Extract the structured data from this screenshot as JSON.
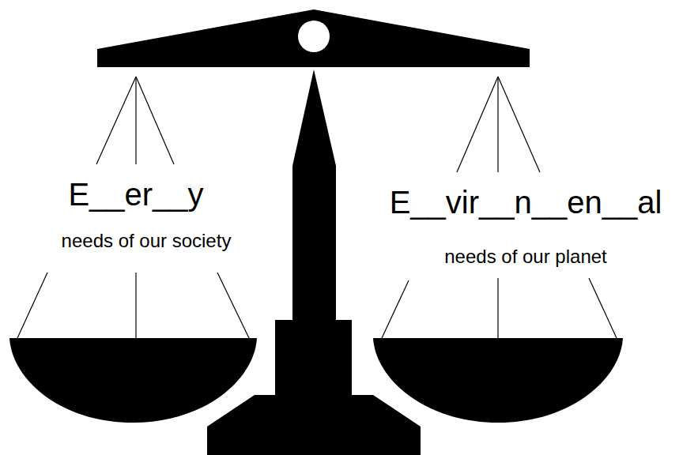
{
  "diagram": {
    "labels": [
      "E__er__y",
      "needs of our society",
      "E__vir__n__en__al",
      "needs of our planet"
    ]
  }
}
